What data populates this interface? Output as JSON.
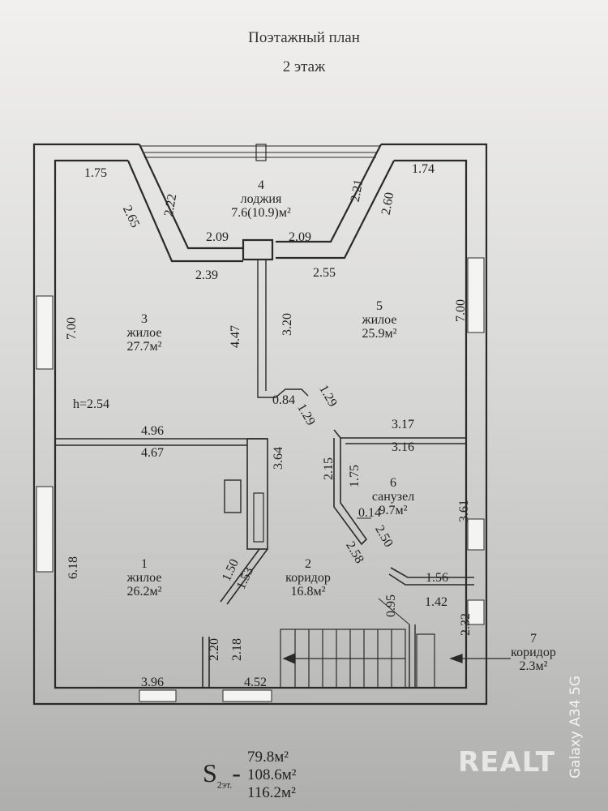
{
  "header": {
    "title": "Поэтажный план",
    "floor": "2 этаж"
  },
  "rooms": [
    {
      "number": "1",
      "type": "жилое",
      "area": "26.2м²"
    },
    {
      "number": "2",
      "type": "коридор",
      "area": "16.8м²"
    },
    {
      "number": "3",
      "type": "жилое",
      "area": "27.7м²"
    },
    {
      "number": "4",
      "type": "лоджия",
      "area": "7.6(10.9)м²"
    },
    {
      "number": "5",
      "type": "жилое",
      "area": "25.9м²"
    },
    {
      "number": "6",
      "type": "санузел",
      "area": "9.7м²"
    },
    {
      "number": "7",
      "type": "коридор",
      "area": "2.3м²"
    }
  ],
  "ceiling_height": "h=2.54",
  "dimensions": [
    "1.75",
    "2.65",
    "2.22",
    "2.09",
    "2.39",
    "2.21",
    "2.60",
    "1.74",
    "2.09",
    "2.55",
    "7.00",
    "4.47",
    "3.20",
    "7.00",
    "0.84",
    "1.29",
    "1.29",
    "4.96",
    "4.67",
    "3.64",
    "3.17",
    "3.16",
    "2.15",
    "1.75",
    "0.14",
    "2.58",
    "2.50",
    "3.61",
    "6.18",
    "1.50",
    "1.53",
    "1.56",
    "1.42",
    "0.95",
    "2.32",
    "2.20",
    "2.18",
    "3.96",
    "4.52"
  ],
  "area_summary": {
    "label": "S",
    "sub": "2эт.",
    "dash": "-",
    "values": [
      "79.8м²",
      "108.6м²",
      "116.2м²"
    ]
  },
  "watermark": "REALT",
  "phone_stamp": "Galaxy A34 5G"
}
